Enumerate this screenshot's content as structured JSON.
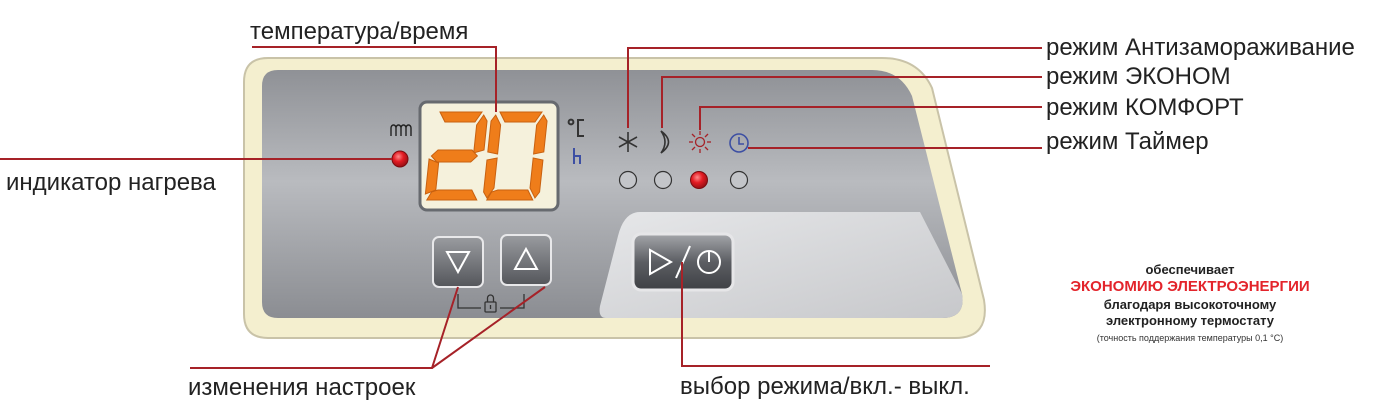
{
  "labels": {
    "temp_time": "температура/время",
    "heating_indicator": "индикатор нагрева",
    "settings_change": "изменения настроек",
    "mode_select": "выбор режима/вкл.- выкл.",
    "mode_antifreeze": "режим Антизамораживание",
    "mode_econom": "режим ЭКОНОМ",
    "mode_comfort": "режим КОМФОРТ",
    "mode_timer": "режим Таймер"
  },
  "display": {
    "value": "20",
    "unit_celsius": "°C",
    "unit_hours": "h"
  },
  "promo": {
    "line1": "обеспечивает",
    "line2": "ЭКОНОМИЮ ЭЛЕКТРОЭНЕРГИИ",
    "line3": "благодаря высокоточному",
    "line4": "электронному термостату",
    "line5": "(точность поддержания температуры 0,1 °С)"
  },
  "icons": {
    "heating": "heating-coil-icon",
    "antifreeze": "snowflake-icon",
    "econom": "moon-icon",
    "comfort": "sun-icon",
    "timer": "clock-icon",
    "down": "triangle-down-icon",
    "up": "triangle-up-icon",
    "lock": "lock-icon",
    "play": "play-icon",
    "power": "power-icon"
  },
  "states": {
    "heating_on": true,
    "active_mode": "comfort"
  },
  "colors": {
    "line": "#a62228",
    "accent_red": "#e3242b",
    "digit_orange": "#ef7d1a",
    "timer_blue": "#3d4fa3",
    "led_red": "#e31b23"
  }
}
